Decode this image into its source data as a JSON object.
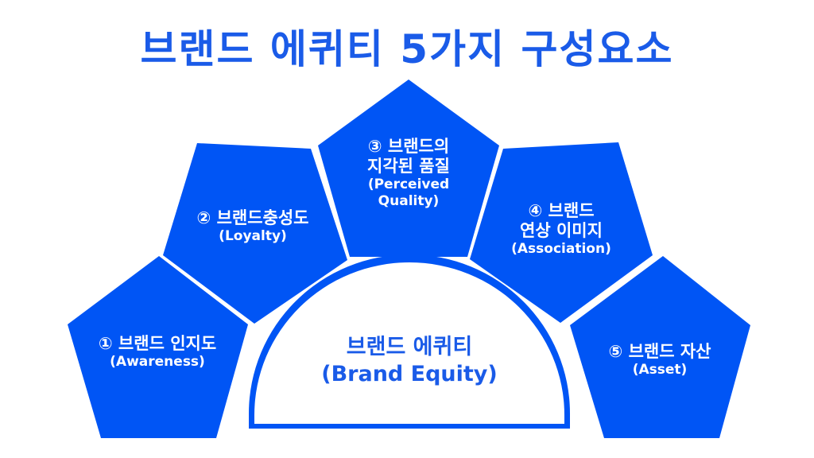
{
  "title": "브랜드 에퀴티 5가지 구성요소",
  "colors": {
    "primary_blue": "#0055f5",
    "title_blue": "#1a5be8",
    "white": "#ffffff"
  },
  "center": {
    "label_ko": "브랜드 에퀴티",
    "label_en": "(Brand Equity)"
  },
  "components": [
    {
      "number": "①",
      "line1": "① 브랜드 인지도",
      "line2": "",
      "english": "(Awareness)"
    },
    {
      "number": "②",
      "line1": "② 브랜드충성도",
      "line2": "",
      "english": "(Loyalty)"
    },
    {
      "number": "③",
      "line1": "③ 브랜드의",
      "line2": "지각된 품질",
      "english": "(Perceived",
      "english2": "Quality)"
    },
    {
      "number": "④",
      "line1": "④ 브랜드",
      "line2": "연상 이미지",
      "english": "(Association)"
    },
    {
      "number": "⑤",
      "line1": "⑤ 브랜드 자산",
      "line2": "",
      "english": "(Asset)"
    }
  ]
}
